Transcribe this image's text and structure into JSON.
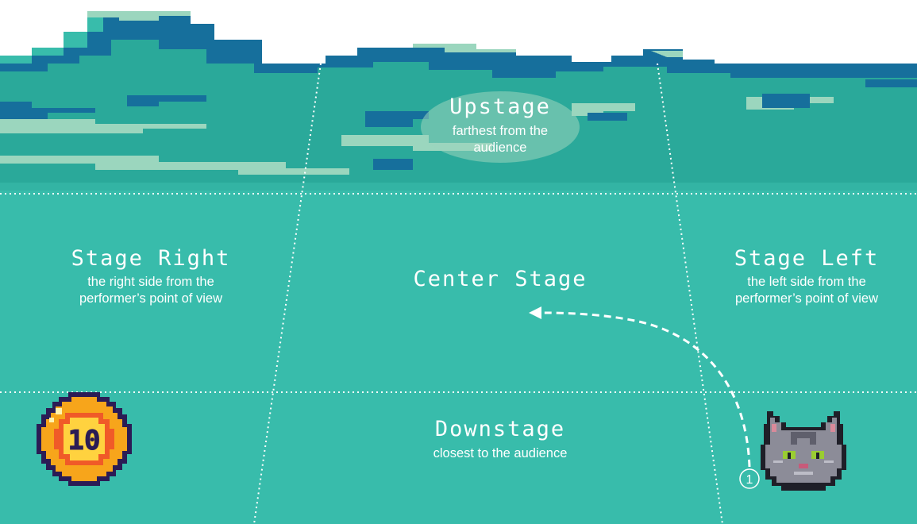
{
  "zones": {
    "upstage": {
      "title": "Upstage",
      "subtitle": "farthest from the audience"
    },
    "stage_right": {
      "title": "Stage Right",
      "subtitle": "the right side from the performer’s point of view"
    },
    "center_stage": {
      "title": "Center Stage"
    },
    "stage_left": {
      "title": "Stage Left",
      "subtitle": "the left side from the performer’s point of view"
    },
    "downstage": {
      "title": "Downstage",
      "subtitle": "closest to the audience"
    }
  },
  "coin": {
    "value": "10",
    "icon": "coin-icon"
  },
  "cat": {
    "icon": "cat-icon"
  },
  "path_marker": {
    "label": "1"
  },
  "colors": {
    "floor": "#38bcab",
    "mountain_dark": "#166f9c",
    "mountain_mid": "#2aa99a",
    "mountain_light": "#9bd6be",
    "sky": "#ffffff",
    "coin_gold": "#f7a51b",
    "coin_outline": "#2b1c55"
  }
}
